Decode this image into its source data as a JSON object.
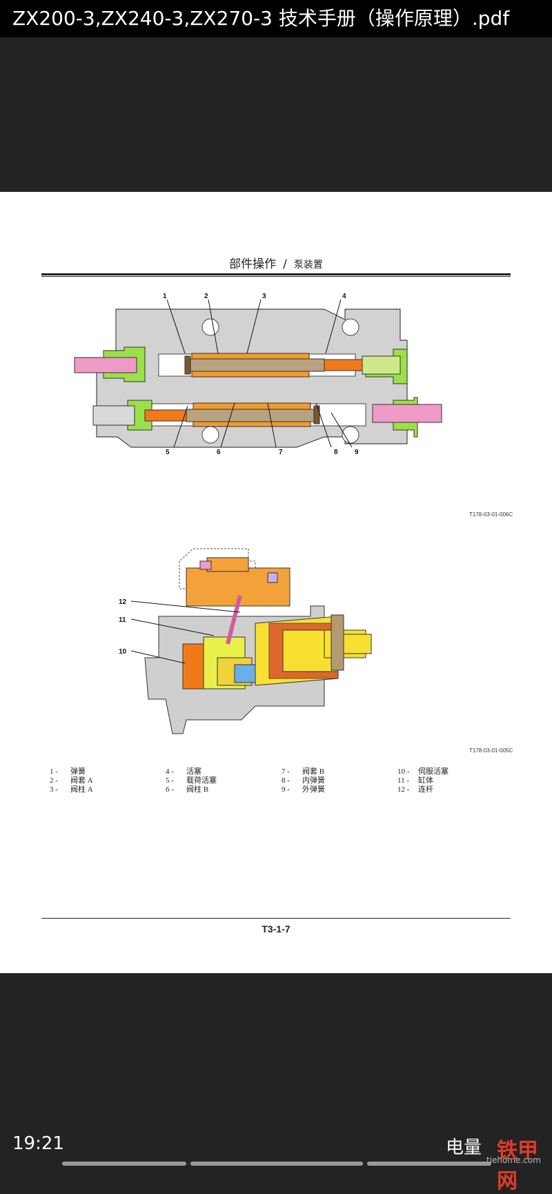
{
  "window": {
    "title": "ZX200-3,ZX240-3,ZX270-3 技术手册（操作原理）.pdf"
  },
  "page": {
    "header_main": "部件操作",
    "header_sep": "/",
    "header_sub": "泵装置",
    "figure1_code": "T178-03-01-006C",
    "figure2_code": "T178-03-01-005C",
    "figure1_callouts": [
      "1",
      "2",
      "3",
      "4",
      "5",
      "6",
      "7",
      "8",
      "9"
    ],
    "figure2_callouts": [
      "12",
      "11",
      "10"
    ],
    "legend": [
      {
        "num": "1 -",
        "label": "弹簧"
      },
      {
        "num": "2 -",
        "label": "阀套 A"
      },
      {
        "num": "3 -",
        "label": "阀柱 A"
      },
      {
        "num": "4 -",
        "label": "活塞"
      },
      {
        "num": "5 -",
        "label": "载荷活塞"
      },
      {
        "num": "6 -",
        "label": "阀柱 B"
      },
      {
        "num": "7 -",
        "label": "阀套 B"
      },
      {
        "num": "8 -",
        "label": "内弹簧"
      },
      {
        "num": "9 -",
        "label": "外弹簧"
      },
      {
        "num": "10 -",
        "label": "伺服活塞"
      },
      {
        "num": "11 -",
        "label": "缸体"
      },
      {
        "num": "12 -",
        "label": "连杆"
      }
    ],
    "page_number": "T3-1-7"
  },
  "status_bar": {
    "time": "19:21",
    "battery": "电量",
    "watermark": "铁甲网",
    "watermark_url": "tiehome.com"
  }
}
